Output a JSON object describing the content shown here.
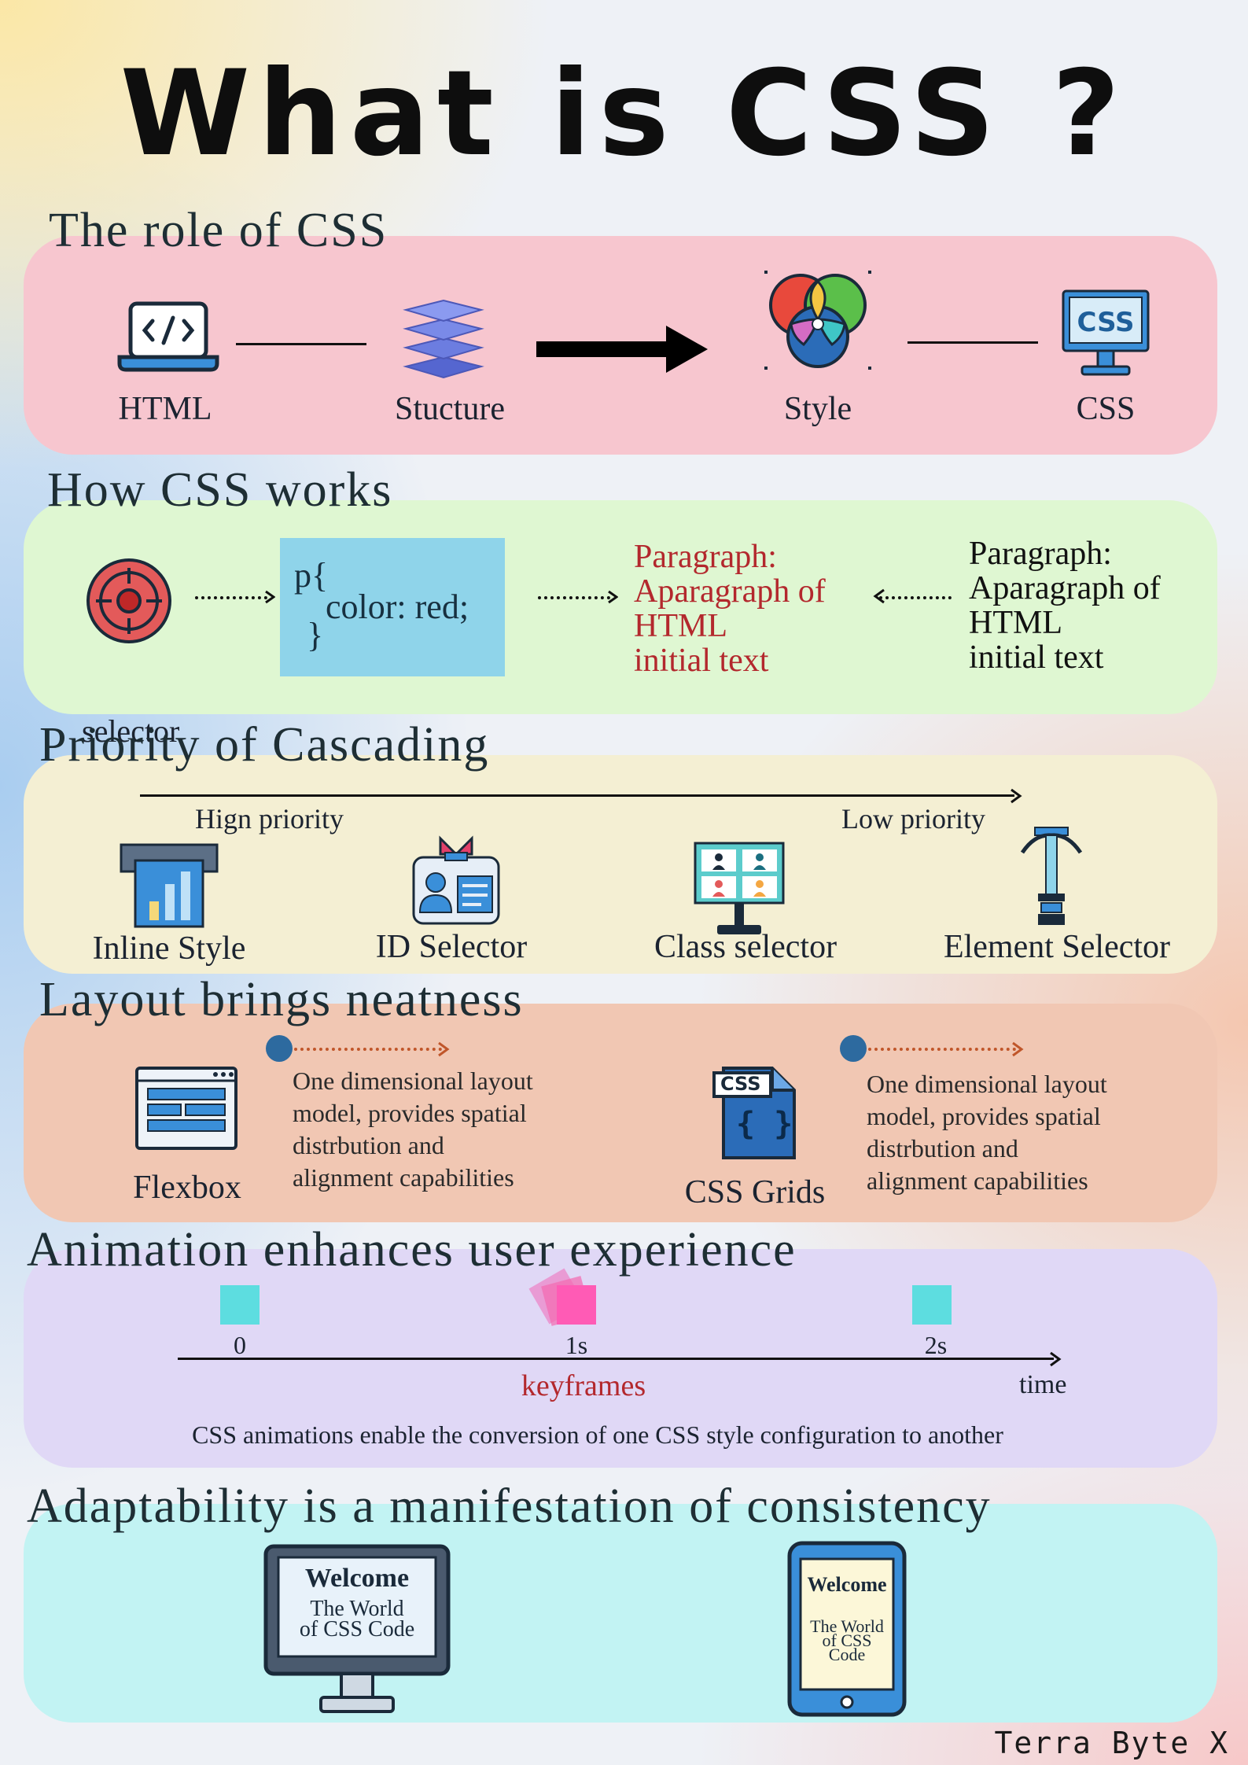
{
  "title": "What is CSS ?",
  "sections": {
    "role": {
      "heading": "The role of CSS",
      "items": [
        {
          "label": "HTML",
          "icon": "laptop-code-icon"
        },
        {
          "label": "Stucture",
          "icon": "stacked-layers-icon"
        },
        {
          "label": "Style",
          "icon": "color-venn-icon"
        },
        {
          "label": "CSS",
          "icon": "css-monitor-icon"
        }
      ]
    },
    "works": {
      "heading": "How CSS works",
      "selector_label": "selector",
      "code": {
        "line1": "p{",
        "line2": "color: red;",
        "line3": "}"
      },
      "styled": {
        "line1": "Paragraph:",
        "line2": "Aparagraph of",
        "line3": "HTML",
        "line4": "initial text"
      },
      "source": {
        "line1": "Paragraph:",
        "line2": "Aparagraph of",
        "line3": "HTML",
        "line4": "initial text"
      }
    },
    "priority": {
      "heading": "Priority of Cascading",
      "high_label": "Hign priority",
      "low_label": "Low priority",
      "items": [
        {
          "label": "Inline Style",
          "icon": "inline-style-icon"
        },
        {
          "label": "ID Selector",
          "icon": "id-card-icon"
        },
        {
          "label": "Class selector",
          "icon": "class-group-icon"
        },
        {
          "label": "Element Selector",
          "icon": "element-tool-icon"
        }
      ]
    },
    "layout": {
      "heading": "Layout brings neatness",
      "flexbox": {
        "label": "Flexbox",
        "desc1": "One dimensional layout",
        "desc2": "model, provides spatial",
        "desc3": "distrbution and",
        "desc4": "alignment capabilities"
      },
      "grids": {
        "label": "CSS Grids",
        "file_tag": "CSS",
        "file_glyph": "{ }",
        "desc1": "One dimensional layout",
        "desc2": "model, provides spatial",
        "desc3": "distrbution and",
        "desc4": "alignment capabilities"
      }
    },
    "animation": {
      "heading": "Animation enhances user experience",
      "ticks": [
        "0",
        "1s",
        "2s"
      ],
      "keyframes_label": "keyframes",
      "time_label": "time",
      "caption": "CSS animations enable the conversion of one CSS style configuration to another"
    },
    "adapt": {
      "heading": "Adaptability is a manifestation of consistency",
      "desktop": {
        "welcome": "Welcome",
        "line1": "The World",
        "line2": "of CSS Code"
      },
      "tablet": {
        "welcome": "Welcome",
        "line1": "The World",
        "line2": "of CSS",
        "line3": "Code"
      }
    }
  },
  "watermark": "Terra Byte X",
  "colors": {
    "role_panel": "#f7c6cf",
    "works_panel": "#dff7d2",
    "priority_panel": "#f4efd3",
    "layout_panel": "#f1c7b3",
    "animation_panel": "#e0d8f6",
    "adapt_panel": "#c2f3f3",
    "accent_red": "#b3282d",
    "accent_blue": "#2d6a9f"
  }
}
